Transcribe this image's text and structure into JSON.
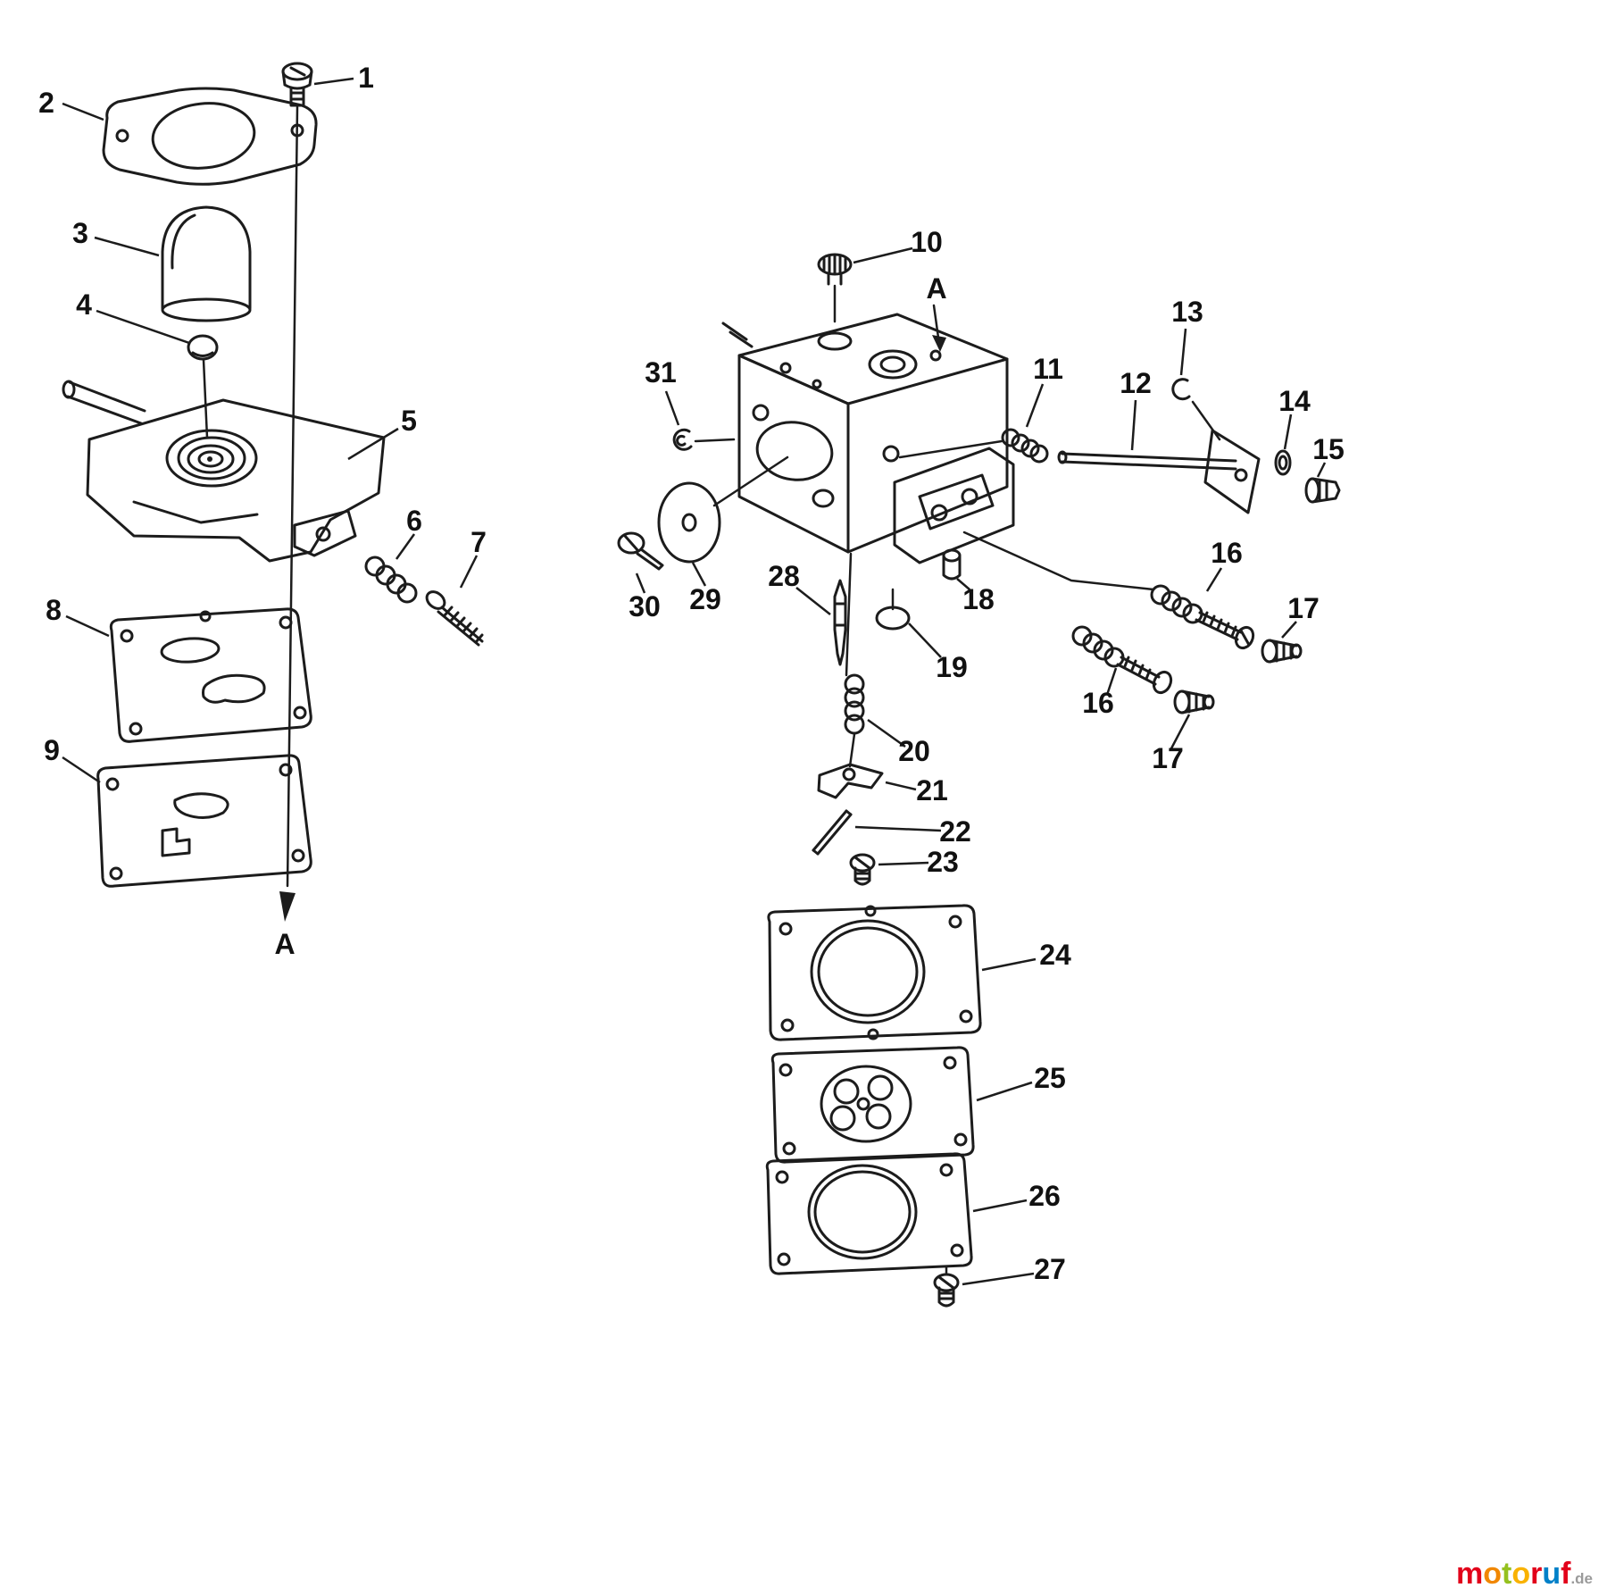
{
  "diagram": {
    "type": "exploded-parts-diagram",
    "subject": "carburetor assembly",
    "callouts": {
      "p1": "1",
      "p2": "2",
      "p3": "3",
      "p4": "4",
      "p5": "5",
      "p6": "6",
      "p7": "7",
      "p8": "8",
      "p9": "9",
      "a_left": "A",
      "a_right": "A",
      "p10": "10",
      "p11": "11",
      "p12": "12",
      "p13": "13",
      "p14": "14",
      "p15": "15",
      "p16_upper": "16",
      "p16_lower": "16",
      "p17_upper": "17",
      "p17_lower": "17",
      "p18": "18",
      "p19": "19",
      "p20": "20",
      "p21": "21",
      "p22": "22",
      "p23": "23",
      "p24": "24",
      "p25": "25",
      "p26": "26",
      "p27": "27",
      "p28": "28",
      "p29": "29",
      "p30": "30",
      "p31": "31"
    }
  },
  "watermark": {
    "letters": [
      {
        "ch": "m",
        "style": "color:#e2001a"
      },
      {
        "ch": "o",
        "style": "color:#f18700"
      },
      {
        "ch": "t",
        "style": "color:#95c11f"
      },
      {
        "ch": "o",
        "style": "color:#f9b200"
      },
      {
        "ch": "r",
        "style": "color:#e2001a"
      },
      {
        "ch": "u",
        "style": "color:#0080c8"
      },
      {
        "ch": "f",
        "style": "color:#e2001a"
      }
    ],
    "suffix": ".de"
  },
  "colors": {
    "line": "#1c1c1c",
    "background": "#ffffff",
    "label": "#111111"
  }
}
